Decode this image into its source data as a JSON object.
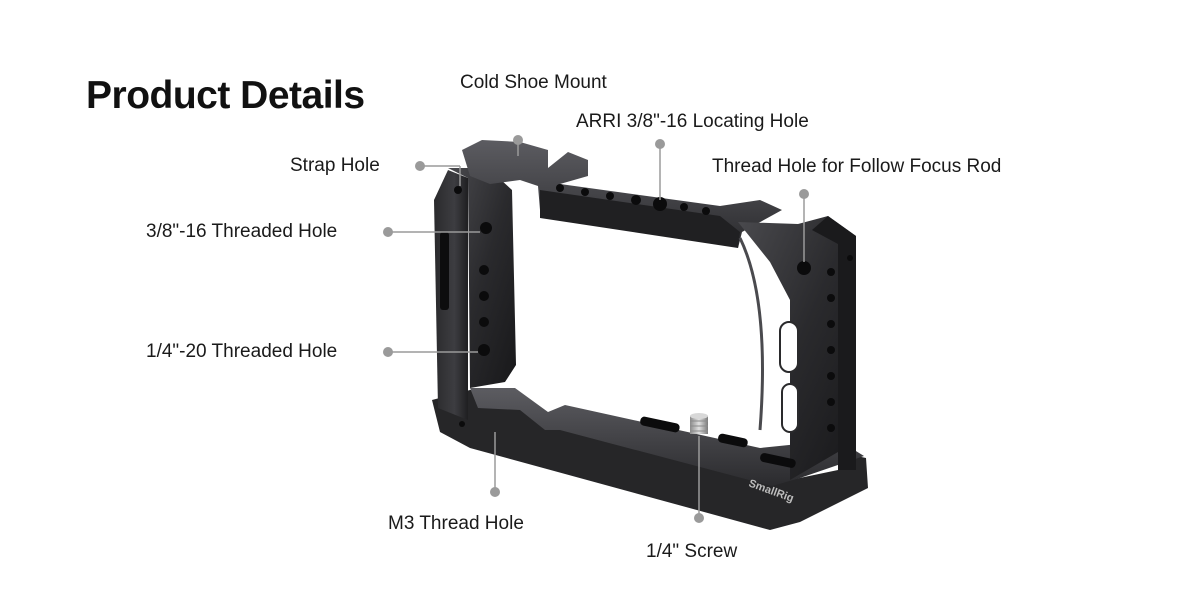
{
  "page": {
    "title": "Product Details"
  },
  "product": {
    "brand": "SmallRig"
  },
  "callouts": {
    "cold_shoe": "Cold Shoe Mount",
    "arri": "ARRI 3/8\"-16 Locating Hole",
    "strap": "Strap Hole",
    "follow_focus": "Thread Hole for Follow Focus Rod",
    "threaded_38": "3/8\"-16 Threaded Hole",
    "threaded_14": "1/4\"-20 Threaded Hole",
    "m3": "M3 Thread Hole",
    "screw": "1/4\" Screw"
  },
  "colors": {
    "cage_dark": "#1c1c1e",
    "cage_mid": "#3a3a3d",
    "cage_light": "#6b6b70",
    "leader": "#9a9a9a"
  }
}
